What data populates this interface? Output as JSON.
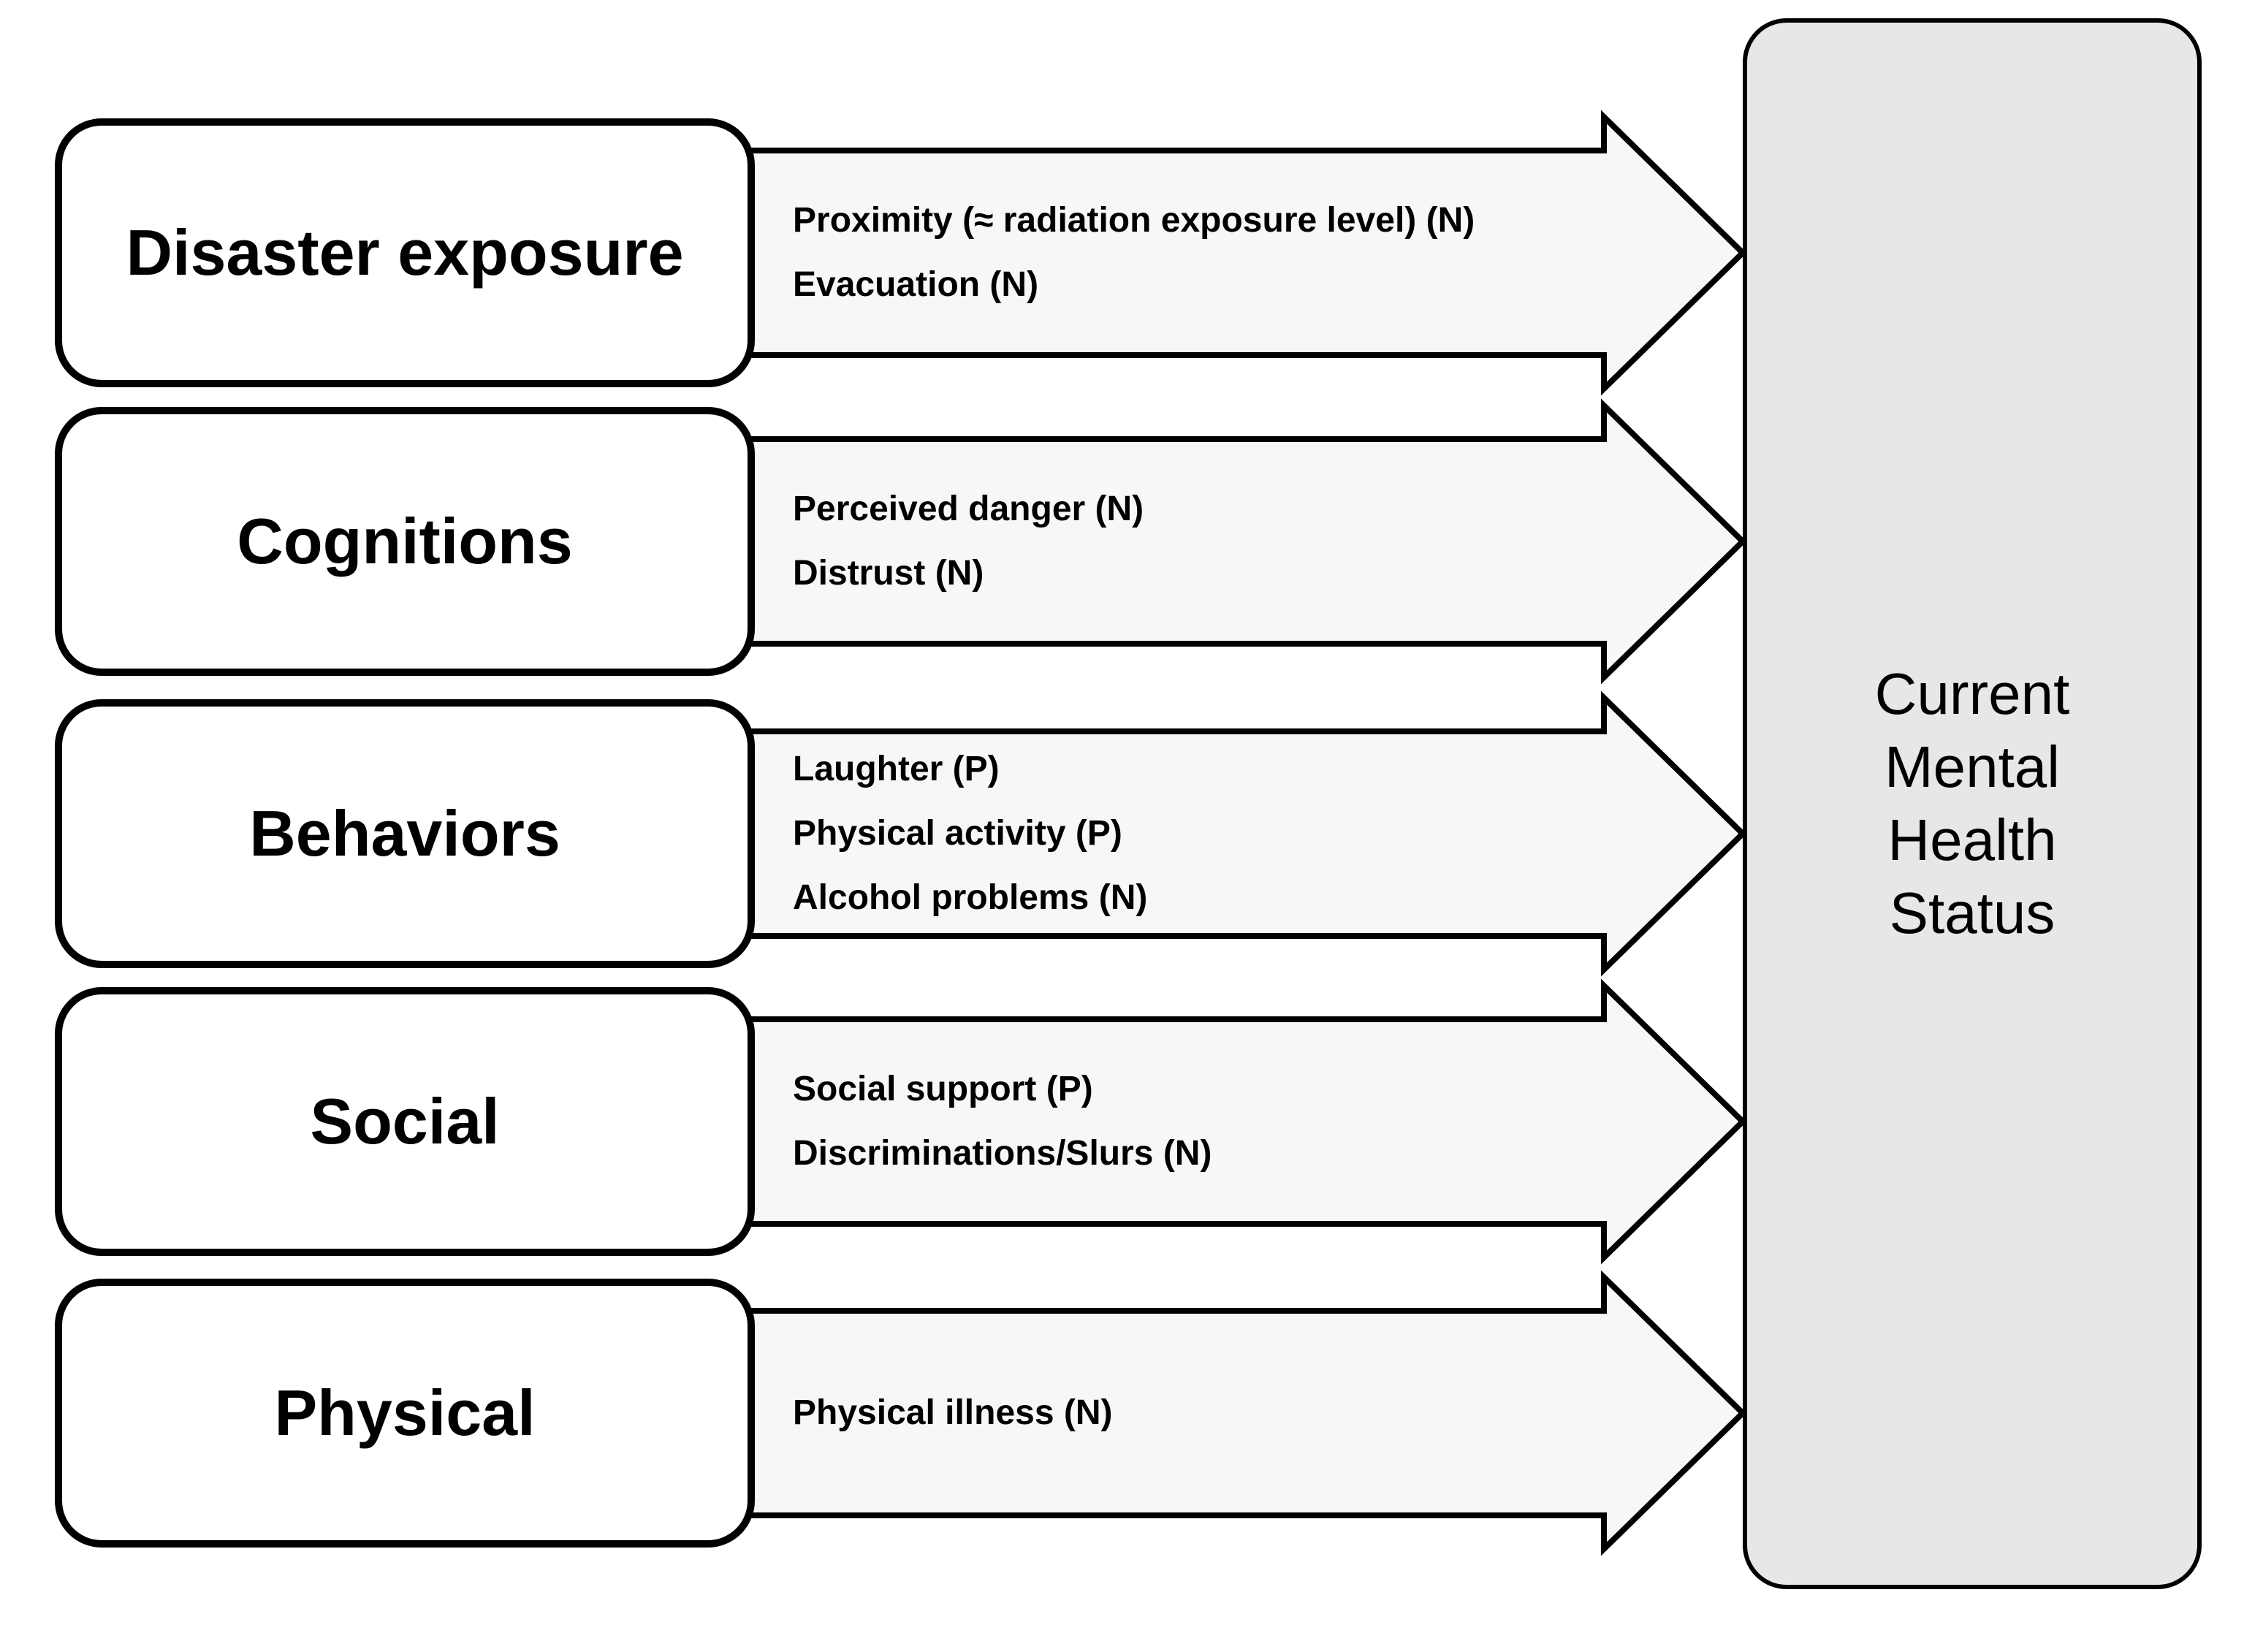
{
  "figure": {
    "source_boxes": [
      {
        "label": "Disaster exposure"
      },
      {
        "label": "Cognitions"
      },
      {
        "label": "Behaviors"
      },
      {
        "label": "Social"
      },
      {
        "label": "Physical"
      }
    ],
    "arrows": [
      {
        "lines": [
          "Proximity (≈ radiation exposure level) (N)",
          "Evacuation (N)"
        ]
      },
      {
        "lines": [
          "Perceived danger (N)",
          "Distrust (N)"
        ]
      },
      {
        "lines": [
          "Laughter (P)",
          "Physical activity (P)",
          "Alcohol problems (N)"
        ]
      },
      {
        "lines": [
          "Social support (P)",
          "Discriminations/Slurs (N)"
        ]
      },
      {
        "lines": [
          "Physical illness (N)"
        ]
      }
    ],
    "outcome_box": {
      "lines": [
        "Current",
        "Mental",
        "Health",
        "Status"
      ]
    },
    "colors": {
      "arrow_fill": "#f7f7f7",
      "outcome_fill": "#e7e7e7",
      "source_box_fill": "#ffffff",
      "stroke": "#000000"
    }
  }
}
